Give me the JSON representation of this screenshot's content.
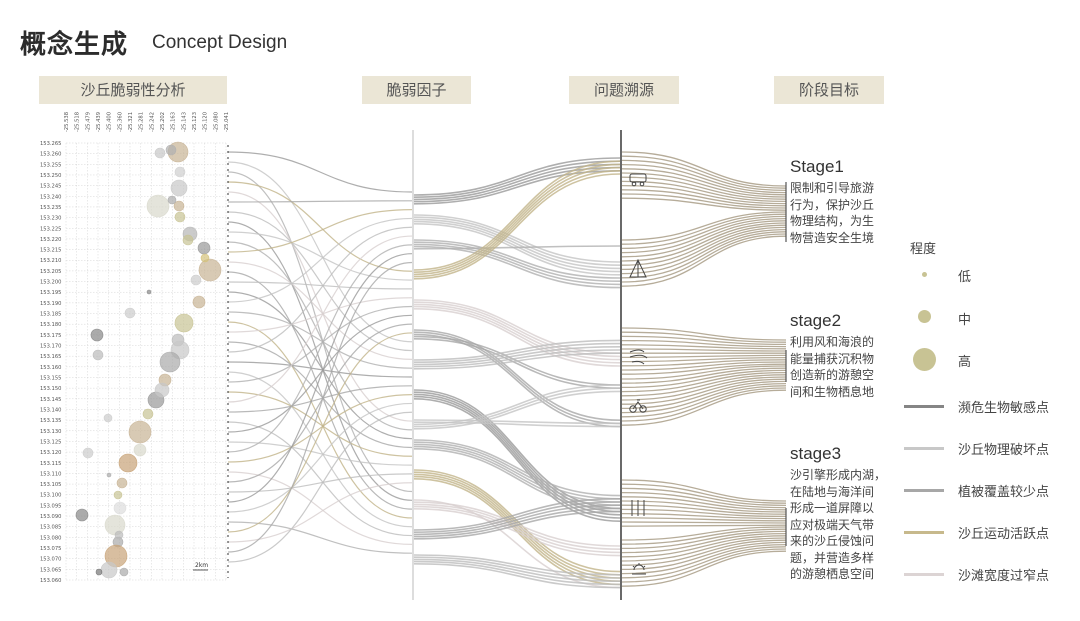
{
  "title_zh": "概念生成",
  "title_en": "Concept Design",
  "headers": {
    "analysis": "沙丘脆弱性分析",
    "factors": "脆弱因子",
    "sources": "问题溯源",
    "goals": "阶段目标"
  },
  "y_axis_labels": [
    "153.265",
    "153.260",
    "153.255",
    "153.250",
    "153.245",
    "153.240",
    "153.235",
    "153.230",
    "153.225",
    "153.220",
    "153.215",
    "153.210",
    "153.205",
    "153.200",
    "153.195",
    "153.190",
    "153.185",
    "153.180",
    "153.175",
    "153.170",
    "153.165",
    "153.160",
    "153.155",
    "153.150",
    "153.145",
    "153.140",
    "153.135",
    "153.130",
    "153.125",
    "153.120",
    "153.115",
    "153.110",
    "153.105",
    "153.100",
    "153.095",
    "153.090",
    "153.085",
    "153.080",
    "153.075",
    "153.070",
    "153.065",
    "153.060"
  ],
  "x_axis_labels": [
    "-25.538",
    "-25.518",
    "-25.479",
    "-25.439",
    "-25.400",
    "-25.360",
    "-25.321",
    "-25.281",
    "-25.242",
    "-25.202",
    "-25.163",
    "-25.143",
    "-25.123",
    "-25.120",
    "-25.080",
    "-25.041"
  ],
  "scale_label": "2km",
  "stages": [
    {
      "title": "Stage1",
      "desc": "限制和引导旅游\n行为，保护沙丘\n物理结构，为生\n物营造安全生境"
    },
    {
      "title": "stage2",
      "desc": "利用风和海浪的\n能量捕获沉积物\n创造新的游憩空\n间和生物栖息地"
    },
    {
      "title": "stage3",
      "desc": "沙引擎形成内湖，\n在陆地与海洋间\n形成一道屏障以\n应对极端天气带\n来的沙丘侵蚀问\n题，并营造多样\n的游憩栖息空间"
    }
  ],
  "legend": {
    "degree_title": "程度",
    "degrees": [
      "低",
      "中",
      "高"
    ],
    "lines": [
      {
        "label": "濒危生物敏感点",
        "color": "#858585"
      },
      {
        "label": "沙丘物理破坏点",
        "color": "#c8c8c8"
      },
      {
        "label": "植被覆盖较少点",
        "color": "#a7a7a7"
      },
      {
        "label": "沙丘运动活跃点",
        "color": "#c7b98c"
      },
      {
        "label": "沙滩宽度过窄点",
        "color": "#dcd4d4"
      }
    ]
  },
  "icons": [
    "car-icon",
    "tent-icon",
    "wind-icon",
    "bike-icon",
    "fence-icon",
    "sun-icon"
  ],
  "colors": {
    "header_bg": "#ebe6d6",
    "goal_flow": "#a4977f",
    "bubble": "#c8c394"
  }
}
